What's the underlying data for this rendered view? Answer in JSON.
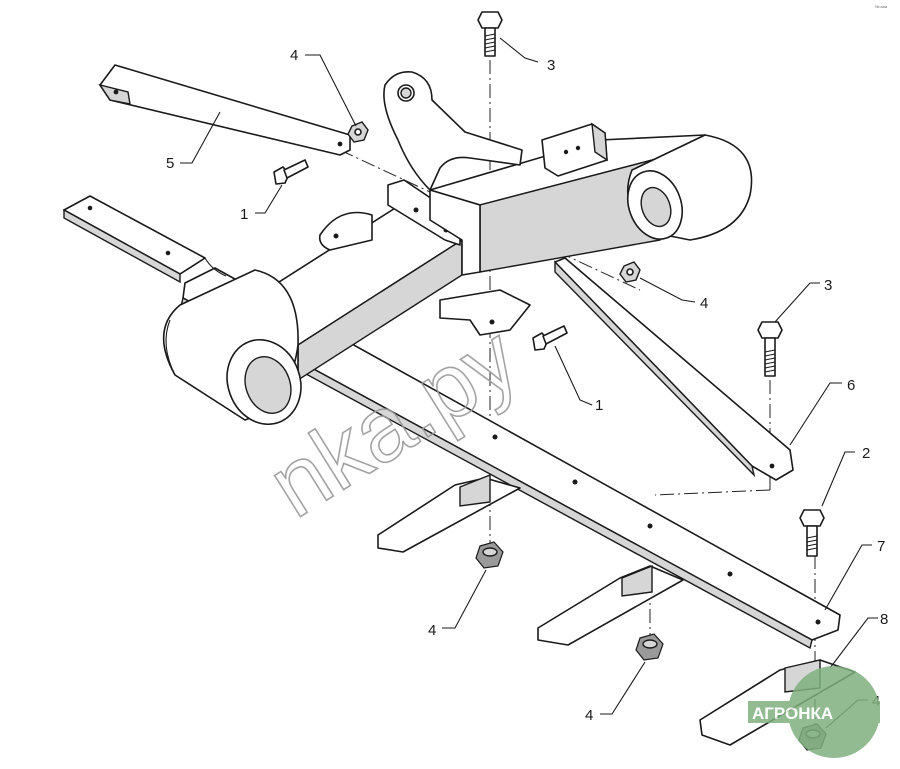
{
  "diagram": {
    "callouts": {
      "c1_top": "1",
      "c1_mid": "1",
      "c2": "2",
      "c3_top": "3",
      "c3_right": "3",
      "c4_top": "4",
      "c4_mid": "4",
      "c4_bot1": "4",
      "c4_bot2": "4",
      "c4_right": "4",
      "c5": "5",
      "c6": "6",
      "c7": "7",
      "c8": "8"
    },
    "corner_mark": "№ ааа"
  },
  "watermark": {
    "text": "nka.py",
    "logo": "АГРОНКА"
  },
  "colors": {
    "line": "#1a1a1a",
    "logo_green": "#7fb07f",
    "watermark": "#9a9a9a"
  }
}
